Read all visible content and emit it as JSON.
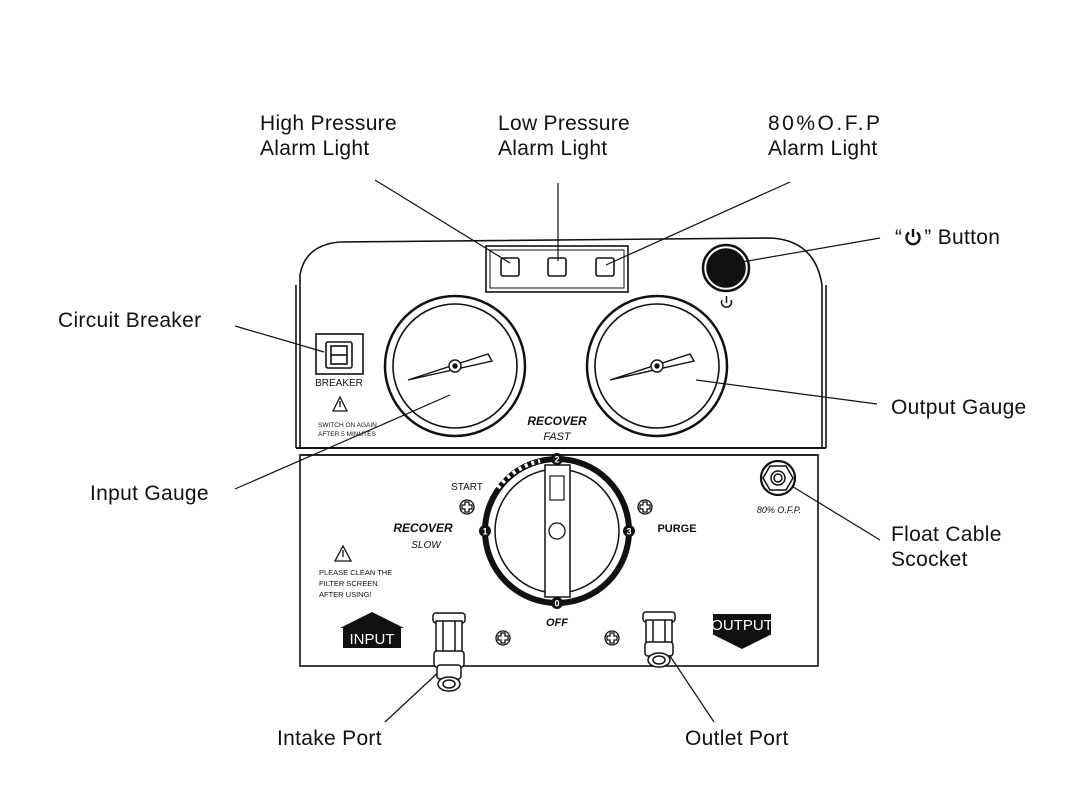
{
  "callouts": {
    "high_pressure": [
      "High Pressure",
      "Alarm Light"
    ],
    "low_pressure": [
      "Low Pressure",
      "Alarm Light"
    ],
    "ofp_light": [
      "80%O.F.P",
      "Alarm Light"
    ],
    "power_button": {
      "prefix": "“",
      "suffix": "” Button"
    },
    "circuit_breaker": "Circuit Breaker",
    "output_gauge": "Output Gauge",
    "input_gauge": "Input Gauge",
    "float_cable": [
      "Float Cable",
      "Scocket"
    ],
    "intake_port": "Intake Port",
    "outlet_port": "Outlet Port"
  },
  "panel": {
    "breaker_label": "BREAKER",
    "breaker_warning": [
      "SWITCH ON AGAIN",
      "AFTER 5 MINUTES"
    ],
    "filter_warning": [
      "PLEASE CLEAN THE",
      "FILTER SCREEN",
      "AFTER USING!"
    ],
    "recover_fast": [
      "RECOVER",
      "FAST"
    ],
    "recover_slow": [
      "RECOVER",
      "SLOW"
    ],
    "start": "START",
    "purge": "PURGE",
    "off": "OFF",
    "dial_positions": [
      "0",
      "1",
      "2",
      "3"
    ],
    "ofp_socket_label": "80% O.F.P.",
    "input_label": "INPUT",
    "output_label": "OUTPUT"
  },
  "icons": {
    "power": "power-icon",
    "warning": "warning-triangle-icon",
    "screw": "screw-cross-icon"
  },
  "colors": {
    "line": "#111111",
    "background": "#ffffff"
  }
}
